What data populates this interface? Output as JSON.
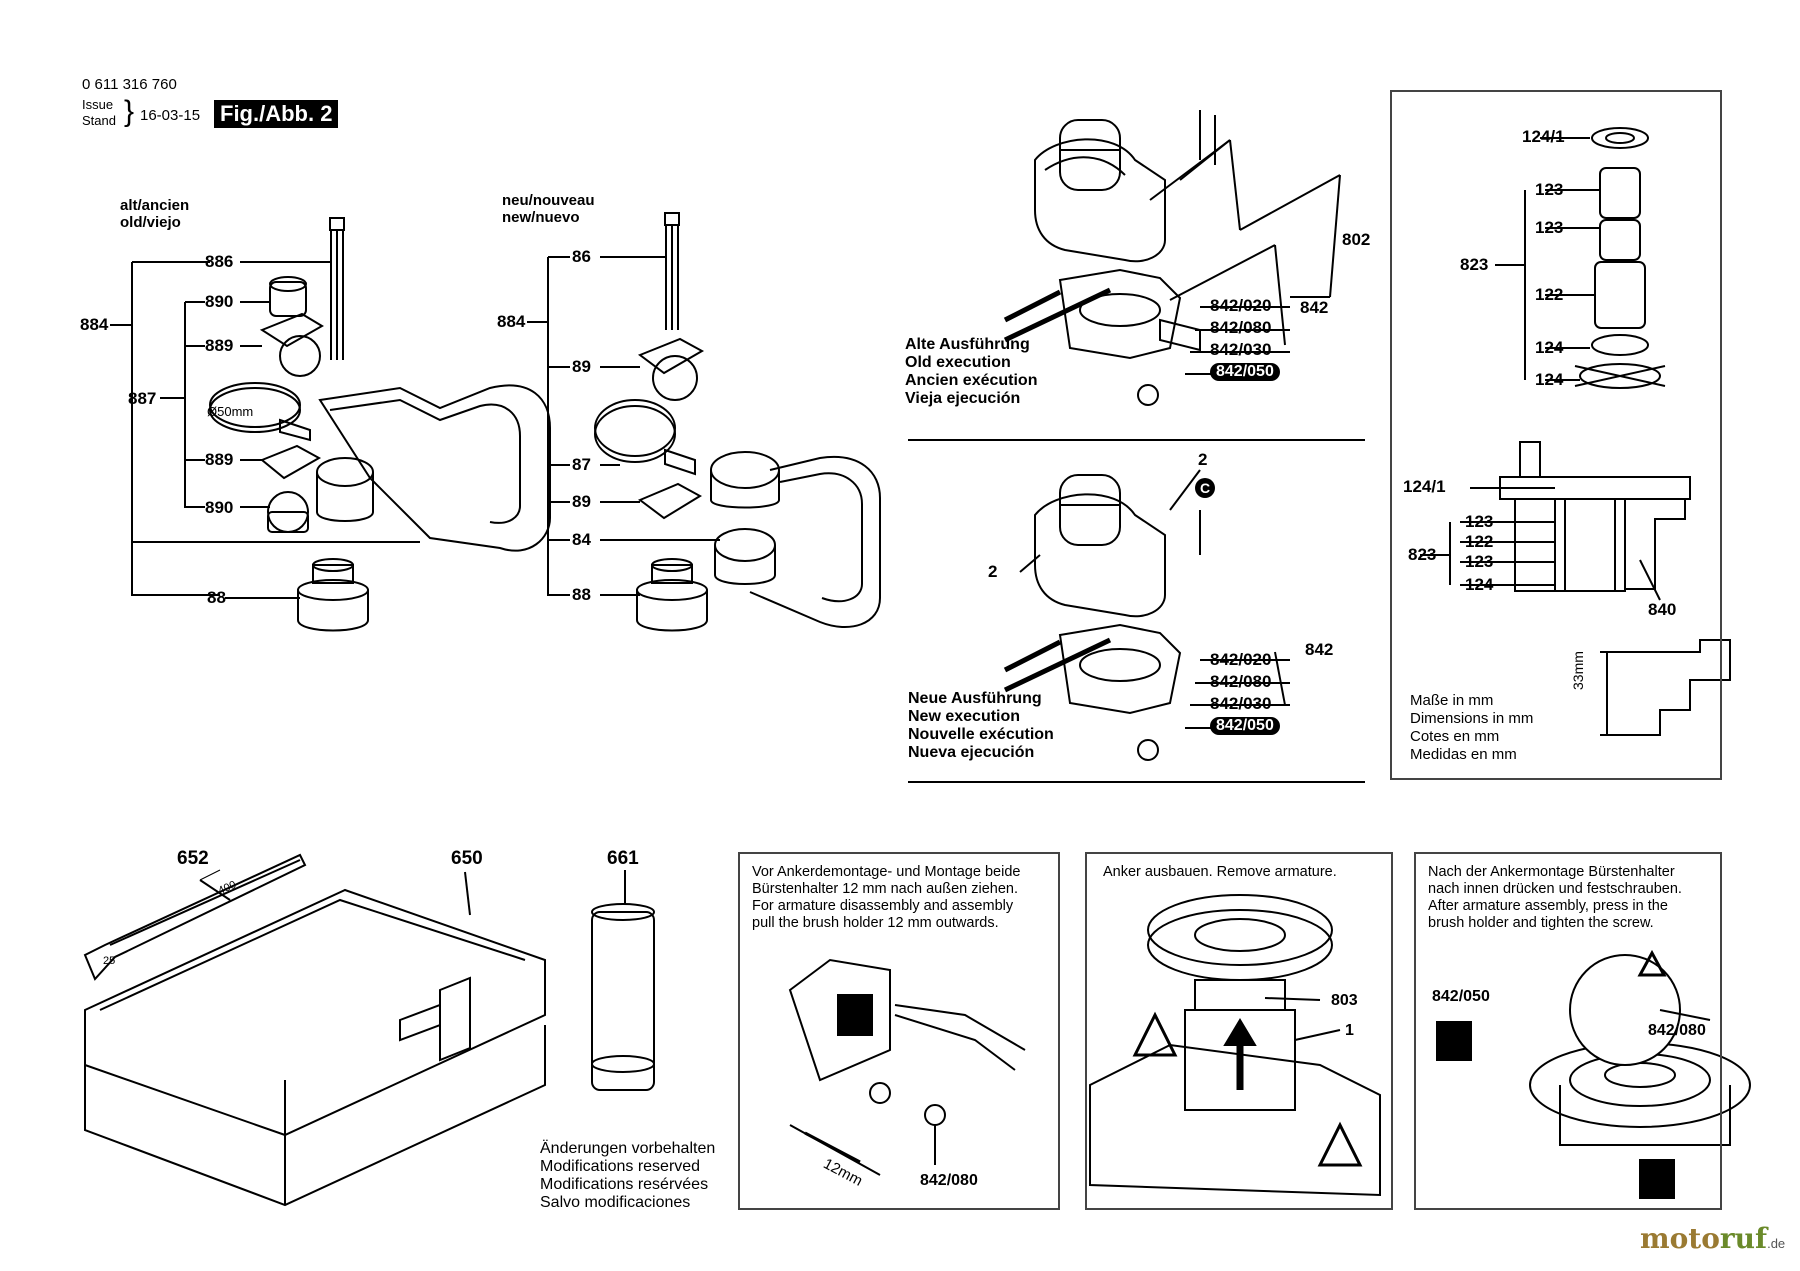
{
  "header": {
    "part_number": "0 611 316 760",
    "issue_label": "Issue",
    "stand_label": "Stand",
    "date": "16-03-15",
    "figure_label": "Fig./Abb. 2"
  },
  "left_assembly": {
    "title_line1": "alt/ancien",
    "title_line2": "old/viejo",
    "labels": [
      "884",
      "886",
      "887",
      "889",
      "889",
      "890",
      "890",
      "88"
    ],
    "diameter_note": "Ø50mm"
  },
  "middle_assembly": {
    "title_line1": "neu/nouveau",
    "title_line2": "new/nuevo",
    "labels": [
      "884",
      "86",
      "89",
      "87",
      "89",
      "84",
      "88"
    ]
  },
  "motor_old": {
    "caption": [
      "Alte Ausführung",
      "Old execution",
      "Ancien exécution",
      "Vieja ejecución"
    ],
    "labels": [
      "802",
      "842",
      "842/020",
      "842/080",
      "842/030",
      "842/050"
    ]
  },
  "motor_new": {
    "caption": [
      "Neue Ausführung",
      "New execution",
      "Nouvelle exécution",
      "Nueva ejecución"
    ],
    "labels": [
      "2",
      "2",
      "842",
      "842/020",
      "842/080",
      "842/030",
      "842/050"
    ]
  },
  "bearing_panel": {
    "labels_top": [
      "124/1",
      "123",
      "123",
      "823",
      "122",
      "124",
      "124"
    ],
    "labels_bottom": [
      "124/1",
      "123",
      "122",
      "123",
      "823",
      "124",
      "840"
    ],
    "dimension": "33mm",
    "units_note": [
      "Maße in mm",
      "Dimensions in mm",
      "Cotes en mm",
      "Medidas en mm"
    ]
  },
  "accessories": {
    "labels": [
      "652",
      "650",
      "661"
    ],
    "chisel_marks": [
      "400",
      "25"
    ]
  },
  "legal_note": [
    "Änderungen vorbehalten",
    "Modifications reserved",
    "Modifications resérvées",
    "Salvo modificaciones"
  ],
  "instructions": {
    "step1": {
      "text": [
        "Vor Ankerdemontage- und Montage beide",
        "Bürstenhalter 12 mm nach außen ziehen.",
        "For armature disassembly and assembly",
        "pull the brush holder 12 mm outwards."
      ],
      "labels": [
        "842/080",
        "12mm"
      ]
    },
    "step2": {
      "text": [
        "Anker ausbauen. Remove armature."
      ],
      "labels": [
        "803",
        "1"
      ]
    },
    "step3": {
      "text": [
        "Nach der Ankermontage Bürstenhalter",
        "nach innen drücken und festschrauben.",
        "After armature assembly, press in the",
        "brush holder and tighten the screw."
      ],
      "labels": [
        "842/050",
        "842/080"
      ]
    }
  },
  "watermark": {
    "part1": "moto",
    "part2": "ruf",
    "suffix": ".de"
  }
}
